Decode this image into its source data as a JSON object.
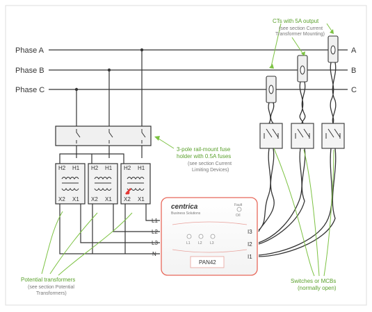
{
  "phases": [
    {
      "left_label": "Phase A",
      "right_label": "A"
    },
    {
      "left_label": "Phase B",
      "right_label": "B"
    },
    {
      "left_label": "Phase C",
      "right_label": "C"
    }
  ],
  "transformer_terminals": {
    "h2": "H2",
    "h1": "H1",
    "x2": "X2",
    "x1": "X1"
  },
  "meter": {
    "brand": "centrica",
    "brand_sub": "Business Solutions",
    "fault_label": "Fault",
    "fault_sub": "O/I",
    "led_labels": [
      "L1",
      "L2",
      "L3"
    ],
    "model": "PAN42",
    "voltage_inputs": [
      "L1",
      "L2",
      "L3",
      "N"
    ],
    "current_inputs": [
      "I3",
      "I2",
      "I1"
    ]
  },
  "annotations": {
    "cts": [
      "CTs with 5A output",
      "(see section Current",
      "Transformer Mounting)"
    ],
    "fuse": [
      "3-pole rail-mount fuse",
      "holder with 0.5A fuses",
      "(see section Current",
      "Limiting Devices)"
    ],
    "pt": [
      "Potential transformers",
      "(see section Potential",
      "Transformers)"
    ],
    "switch": [
      "Switches or MCBs",
      "(normally open)"
    ]
  },
  "colors": {
    "annotation": "#5aa02c",
    "meter_border": "#e8685a",
    "wire": "#333333"
  }
}
